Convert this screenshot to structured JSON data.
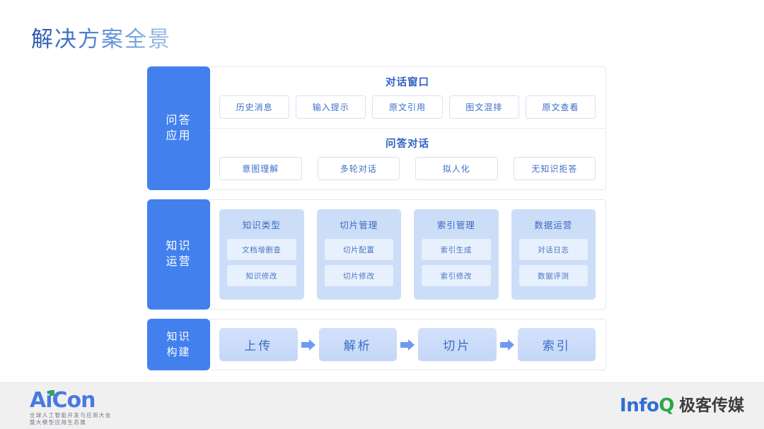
{
  "slide": {
    "title": "解决方案全景"
  },
  "bands": [
    {
      "key": "qa-application",
      "label_line1": "问答",
      "label_line2": "应用",
      "blocks": [
        {
          "title": "对话窗口",
          "items": [
            "历史消息",
            "输入提示",
            "原文引用",
            "图文混排",
            "原文查看"
          ]
        },
        {
          "title": "问答对话",
          "items": [
            "意图理解",
            "多轮对话",
            "拟人化",
            "无知识拒答"
          ]
        }
      ]
    },
    {
      "key": "knowledge-operations",
      "label_line1": "知识",
      "label_line2": "运营",
      "cards": [
        {
          "title": "知识类型",
          "items": [
            "文档增删查",
            "知识修改"
          ]
        },
        {
          "title": "切片管理",
          "items": [
            "切片配置",
            "切片修改"
          ]
        },
        {
          "title": "索引管理",
          "items": [
            "索引生成",
            "索引修改"
          ]
        },
        {
          "title": "数据运营",
          "items": [
            "对话日志",
            "数据评测"
          ]
        }
      ]
    },
    {
      "key": "knowledge-construction",
      "label_line1": "知识",
      "label_line2": "构建",
      "flow": [
        "上传",
        "解析",
        "切片",
        "索引"
      ]
    }
  ],
  "footer": {
    "aicon": {
      "word": "AiCon",
      "subtitle1": "全球人工智能开发与应用大会",
      "subtitle2": "暨大模型应用生态展"
    },
    "infoq": {
      "word_blue": "Info",
      "word_green": "Q",
      "chinese": "极客传媒"
    }
  },
  "colors": {
    "brand_blue": "#4280ee",
    "title_blue": "#4a7ec8",
    "card_blue": "#ccddf8",
    "item_blue": "#e7f0fd",
    "footer_gray": "#f0f0f0",
    "infoq_green": "#2aa745"
  }
}
